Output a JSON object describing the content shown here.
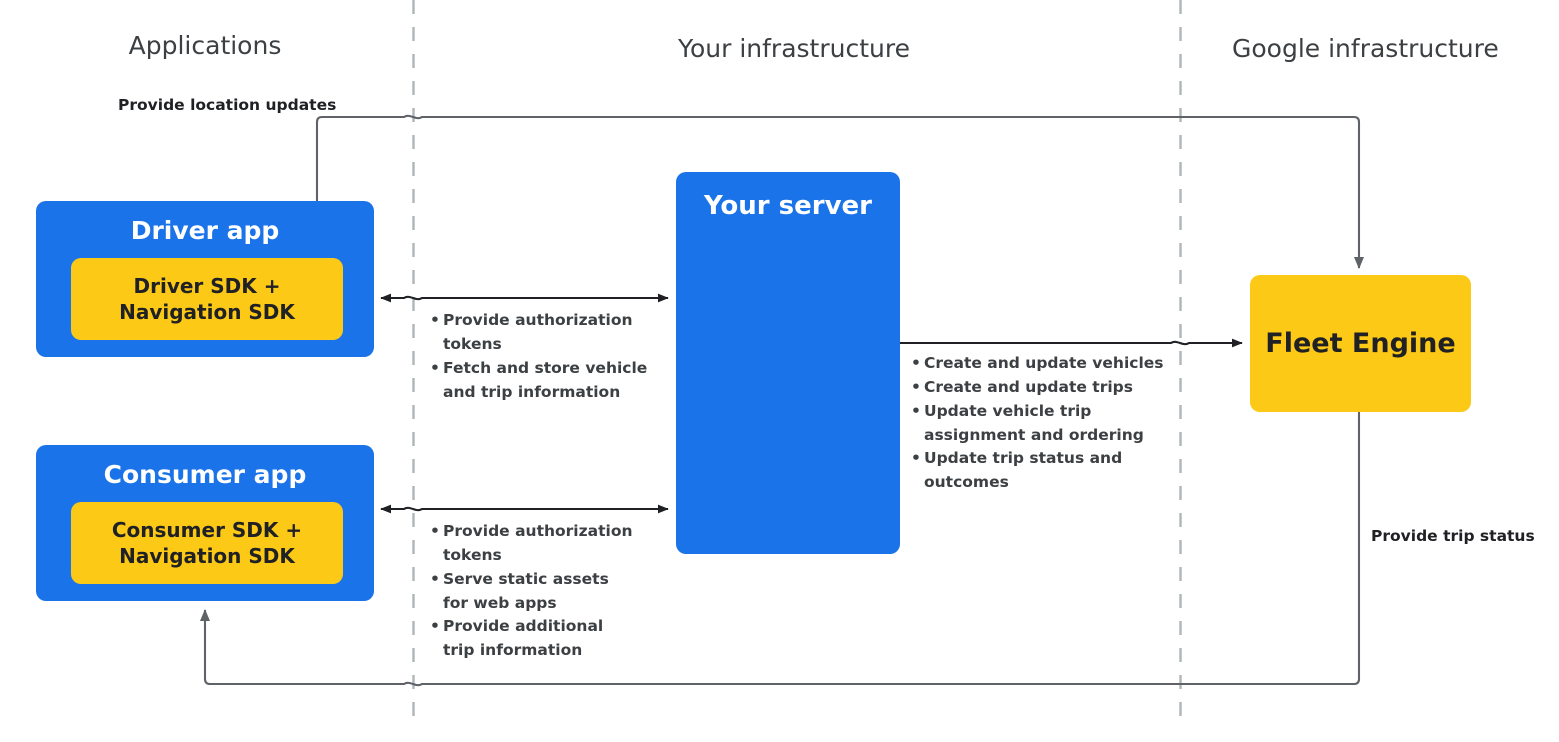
{
  "zones": [
    {
      "name": "applications",
      "label": "Applications"
    },
    {
      "name": "your-infrastructure",
      "label": "Your infrastructure"
    },
    {
      "name": "google-infrastructure",
      "label": "Google infrastructure"
    }
  ],
  "nodes": {
    "driver_app": {
      "title": "Driver app",
      "sdk_line1": "Driver SDK +",
      "sdk_line2": "Navigation SDK"
    },
    "consumer_app": {
      "title": "Consumer app",
      "sdk_line1": "Consumer SDK +",
      "sdk_line2": "Navigation SDK"
    },
    "your_server": {
      "title": "Your server"
    },
    "fleet_engine": {
      "title": "Fleet Engine"
    }
  },
  "edges": {
    "location_updates": {
      "label": "Provide location updates"
    },
    "trip_status": {
      "label": "Provide trip status"
    },
    "driver_server": {
      "items": [
        [
          "Provide authorization",
          "tokens"
        ],
        [
          "Fetch and store vehicle",
          "and trip information"
        ]
      ]
    },
    "consumer_server": {
      "items": [
        [
          "Provide authorization",
          "tokens"
        ],
        [
          "Serve static assets",
          "for web apps"
        ],
        [
          "Provide additional",
          "trip information"
        ]
      ]
    },
    "server_engine": {
      "items": [
        [
          "Create and update vehicles"
        ],
        [
          "Create and update trips"
        ],
        [
          "Update vehicle trip",
          "assignment and ordering"
        ],
        [
          "Update trip status and",
          "outcomes"
        ]
      ]
    }
  },
  "colors": {
    "app_blue": "#1a73e8",
    "sdk_yellow": "#fcc916",
    "divider_gray": "#b0b5ba",
    "arrow_dark": "#202124",
    "arrow_gray": "#5f6368",
    "text_dark": "#202124",
    "zone_title": "#3c4043"
  }
}
